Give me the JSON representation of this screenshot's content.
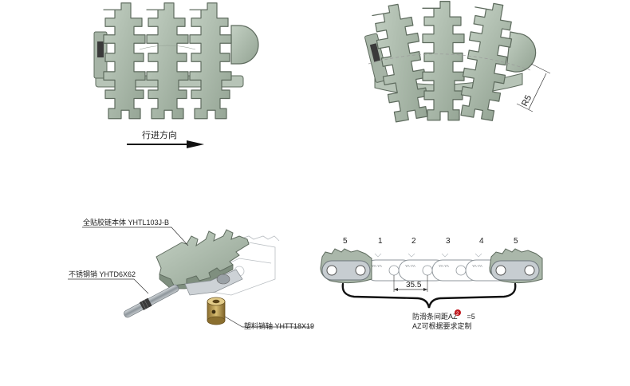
{
  "direction_label": "行进方向",
  "radius_label": "R5",
  "parts": {
    "top_plate": "全贴胶链本体 YHTL103J-B",
    "steel_pin": "不锈钢销 YHTD6X62",
    "plastic_shaft": "塑料销轴 YHTT18X19"
  },
  "chain_positions": [
    "5",
    "1",
    "2",
    "3",
    "4",
    "5"
  ],
  "pitch": "35.5",
  "link_logo_text": "YA-YA",
  "note": {
    "line1_prefix": "防滑条间距AZ",
    "marker": "2",
    "line1_suffix": "=5",
    "line2": "AZ可根据要求定制"
  },
  "colors": {
    "plate": "#a9b9a9",
    "plate_edge": "#5e6b5e",
    "metal": "#9aa1a6",
    "marker": "#c0161c"
  }
}
